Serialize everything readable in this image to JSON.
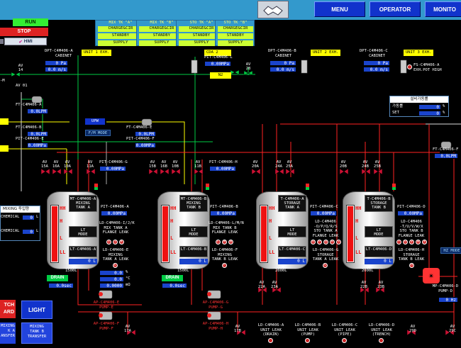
{
  "top": {
    "run": "RUN",
    "stop": "STOP",
    "hmi": "HMI",
    "menu": "MENU",
    "operator": "OPERATOR",
    "monitor": "MONITO"
  },
  "status_panels": [
    {
      "title": "MIX TK \"A\"",
      "l1": "CHARGE&CIR",
      "l2": "STANDBY",
      "l3": "SUPPLY"
    },
    {
      "title": "MIX TK \"B\"",
      "l1": "CHARGE&CIR",
      "l2": "STANDBY",
      "l3": "SUPPLY"
    },
    {
      "title": "STO TK \"A\"",
      "l1": "CHARGE&CIR",
      "l2": "STANDBY",
      "l3": "SUPPLY"
    },
    {
      "title": "STO TK \"B\"",
      "l1": "CHARGE&CIR",
      "l2": "STANDBY",
      "l3": "SUPPLY"
    }
  ],
  "cabinets": [
    {
      "tag": "DPT-C4M406-A",
      "sub": "CABINET",
      "exh": "UNIT 1 EXH.",
      "pa": "0",
      "pa_u": "Pa",
      "ms": "0.0",
      "ms_u": "m/s"
    },
    {
      "tag": "DPT-C4M406-B",
      "sub": "CABINET",
      "exh": "UNIT 2 EXH.",
      "pa": "0",
      "pa_u": "Pa",
      "ms": "0.0",
      "ms_u": "m/s"
    },
    {
      "tag": "DPT-C4M406-C",
      "sub": "CABINET",
      "exh": "UNIT 3 EXH.",
      "pa": "0",
      "pa_u": "Pa",
      "ms": "0.0",
      "ms_u": "m/s"
    }
  ],
  "cda": {
    "label": "CDA 2",
    "tag": "PIT-C4M406-L",
    "val": "0.00",
    "unit": "MPa",
    "n2": "N2"
  },
  "fs_label": "FS-C4M406-A",
  "fs_sub": "EXH.POT HIGH",
  "upw": "UPW",
  "fm_mode": "F/M MODE",
  "flows_left": [
    {
      "tag": "FT-C4M406-A",
      "val": "0.0",
      "unit": "LPM"
    },
    {
      "tag": "FT-C4M406-B",
      "val": "0.0",
      "unit": "LPM"
    },
    {
      "tag": "PIT-C4M406-E",
      "val": "0.00",
      "unit": "MPa"
    }
  ],
  "flows_mid": [
    {
      "tag": "FT-C4M406-E",
      "val": "0.0",
      "unit": "LPM"
    },
    {
      "tag": "PIT-C4M406-F",
      "val": "0.00",
      "unit": "MPa"
    }
  ],
  "run_panel": {
    "title": "설비가동률",
    "r1": "가동률",
    "r1v": "0",
    "r2": "SET",
    "r2v": "0",
    "unit": "%"
  },
  "right_flow": {
    "tag": "FT-C4M406-F",
    "val": "0.0",
    "unit": "LPM"
  },
  "hz_mode": "HZ MODE",
  "chem_panel": {
    "title": "MIXING 투입량",
    "r1": "CHEMICAL",
    "r1v": "0",
    "r2": "CHEMICAL",
    "r2v": "0",
    "unit": "L"
  },
  "avs_row1": [
    "AV 15A",
    "AV 16A",
    "AV 10A",
    "AV 11A",
    "AV 15B",
    "AV 16B",
    "AV 10B",
    "AV 11B",
    "AV 20A",
    "AV 24A",
    "AV 25A",
    "AV 20B",
    "AV 24B",
    "AV 25B"
  ],
  "av_top": [
    "AV 14",
    "AV 01",
    "AV 28"
  ],
  "pits_top": [
    {
      "tag": "PIT-C4M406-G",
      "val": "0.00",
      "unit": "MPa"
    },
    {
      "tag": "PIT-C4M406-H",
      "val": "0.00",
      "unit": "MPa"
    }
  ],
  "tanks": [
    {
      "name1": "MT-C4M406-A",
      "name2": "MIXING",
      "name3": "TANK A",
      "mode1": "LT",
      "mode2": "MODE",
      "lt1": "LT-C4M406-A",
      "lvl": "0",
      "unit": "L",
      "cap": "1500L",
      "pit": "PIT-C4M406-A",
      "pitv": "0.00",
      "pitu": "MPa",
      "leak1": "LD-C4M406-I/J/K",
      "leak2": "MIX TANK A",
      "leak3": "FLANGE LEAK",
      "leak4": "LD-C4M406-E",
      "leak5": "MIXING",
      "leak6": "TANK A LEAK",
      "al": [
        "I",
        "J",
        "K"
      ],
      "alb": "E"
    },
    {
      "name1": "MT-C4M406-B",
      "name2": "MIXING",
      "name3": "TANK B",
      "mode1": "LT",
      "mode2": "MODE",
      "lt1": "LT-C4M406-B",
      "lvl": "0",
      "unit": "L",
      "cap": "1500L",
      "pit": "PIT-C4M406-B",
      "pitv": "0.00",
      "pitu": "MPa",
      "leak1": "LD-C4M406-L/M/N",
      "leak2": "MIX TANK B",
      "leak3": "FLANGE LEAK",
      "leak4": "LD-C4M406-F",
      "leak5": "MIXING",
      "leak6": "TANK B LEAK",
      "al": [
        "L",
        "M",
        "N"
      ],
      "alb": "F"
    },
    {
      "name1": "T-C4M406-A",
      "name2": "STORAGE",
      "name3": "TANK A",
      "mode1": "LT",
      "mode2": "MODE",
      "lt1": "LT-C4M406-C",
      "lvl": "0",
      "unit": "L",
      "cap": "2000L",
      "pit": "PIT-C4M406-C",
      "pitv": "0.00",
      "pitu": "MPa",
      "leak1": "LD-C4M406",
      "leak2": "-O/P/Q/R/S",
      "leak3": "STO TANK A",
      "leak4": "FLANGE LEAK",
      "leak5": "LD-C4M406-G",
      "leak6": "STORAGE",
      "leak7": "TANK A LEAK",
      "al": [
        "O",
        "P",
        "Q",
        "R",
        "S"
      ],
      "alb": "G"
    },
    {
      "name1": "T-C4M406-B",
      "name2": "STORAGE",
      "name3": "TANK B",
      "mode1": "LT",
      "mode2": "MODE",
      "lt1": "LT-C4M406-D",
      "lvl": "0",
      "unit": "L",
      "cap": "2000L",
      "pit": "PIT-C4M406-D",
      "pitv": "0.00",
      "pitu": "MPa",
      "leak1": "LD-C4M406",
      "leak2": "-T/U/V/W/X",
      "leak3": "STO TANK B",
      "leak4": "FLANGE LEAK",
      "leak5": "LD-C4M406-H",
      "leak6": "STORAGE",
      "leak7": "TANK B LEAK",
      "al": [
        "T",
        "U",
        "V",
        "W",
        "X"
      ],
      "alb": "H"
    }
  ],
  "drain": [
    {
      "label": "DRAIN",
      "val": "0.0",
      "unit": "sec"
    },
    {
      "label": "DRAIN",
      "val": "0.0",
      "unit": "sec"
    }
  ],
  "mix_readouts": [
    {
      "v1": "0.0",
      "u1": "%",
      "v2": "0.0",
      "u2": "°C",
      "v3": "0.0000",
      "u3": "mΩ"
    }
  ],
  "pumps": [
    "AP-C4M406-E",
    "PUMP-E",
    "AP-C4M406-F",
    "PUMP-F",
    "AP-C4M406-G",
    "PUMP-G",
    "AP-C4M406-H",
    "PUMP-H"
  ],
  "mp": {
    "tag": "MP-C4M406-D",
    "sub": "PUMP-D",
    "val": "0",
    "unit": "Hz"
  },
  "avs_bottom": [
    "AV 17A",
    "AV 17B",
    "AV 22A",
    "AV 23A",
    "AV 22B",
    "AV 23B",
    "AV 29D",
    "AV 29C"
  ],
  "leak_units": [
    {
      "l1": "LD-C4M406-A",
      "l2": "UNIT LEAK",
      "l3": "(DRAIN)"
    },
    {
      "l1": "LD-C4M406-B",
      "l2": "UNIT LEAK",
      "l3": "(PUMP)"
    },
    {
      "l1": "LD-C4M406-C",
      "l2": "UNIT LEAK",
      "l3": "(PIPE)"
    },
    {
      "l1": "LD-C4M406-D",
      "l2": "UNIT LEAK",
      "l3": "(TRENCH)"
    }
  ],
  "bottom_left": {
    "batch1": "TCH",
    "batch2": "ARD",
    "light": "LIGHT",
    "mixa1": "MIXING",
    "mixa2": "K A",
    "mixa3": "ANSFER",
    "mixb1": "MIXING",
    "mixb2": "TANK B",
    "mixb3": "TRANSFER"
  },
  "top_left_labels": {
    "v1": "AV",
    "v2": "14",
    "m": "-M"
  },
  "colors": {
    "topbar": "#3399cc",
    "button": "#1133cc",
    "status": "#ccff33",
    "pipe_red": "#ff2222",
    "pipe_green": "#00cc44"
  }
}
